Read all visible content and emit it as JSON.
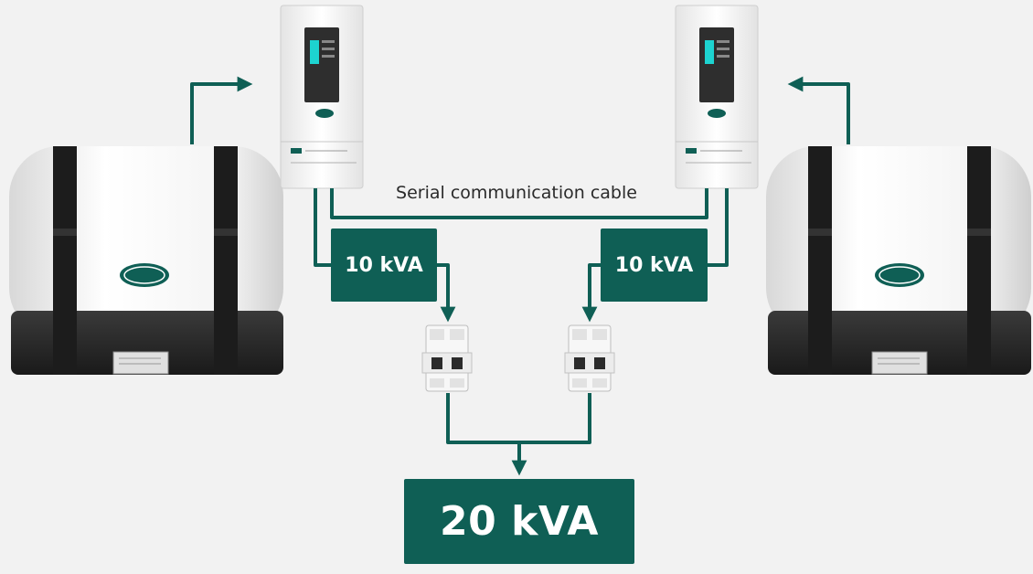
{
  "labels": {
    "serial_cable": "Serial communication cable",
    "left_output": "10 kVA",
    "right_output": "10 kVA",
    "total_output": "20 kVA"
  },
  "colors": {
    "accent": "#0f5f55",
    "background": "#f2f2f2"
  },
  "icons": {
    "generator": "generator-icon",
    "inverter": "power-module-icon",
    "breaker": "circuit-breaker-icon",
    "logo": "whisper-power-logo"
  }
}
